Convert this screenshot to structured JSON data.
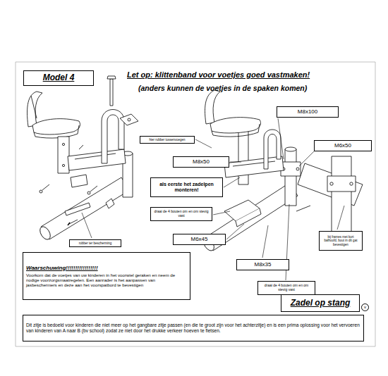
{
  "diagram": {
    "title": "Let op: klittenband voor voetjes goed vastmaken!",
    "nodes": [
      {
        "text": [
          "Model 4"
        ]
      },
      {
        "text": [
          "M8x100"
        ]
      },
      {
        "text": [
          "hier rubber tussenvoegen"
        ]
      },
      {
        "text": [
          "M6x50"
        ]
      },
      {
        "text": [
          "M8x50"
        ]
      },
      {
        "text": [
          "als eerste het zadelpen monteren!"
        ]
      },
      {
        "text": [
          "draai de 4 bouten om en om stevig vast"
        ]
      },
      {
        "text": [
          "bij frames met kort balhoofd, bout in dit gat bevestigen"
        ]
      },
      {
        "text": [
          "M6x45"
        ]
      },
      {
        "text": [
          "robber ter bescherming"
        ]
      },
      {
        "text": [
          "Waarschuwing!!!!!!!!!!!!!!!!!",
          "Voorkom dat de voetjes van uw kinderen in het voorwiel geraken en neem de nodige voorzorgsmaatregelen. Een aanrader is het aanpassen van jasbeschermers en deze aan het voorspatbord te bevestigen"
        ]
      },
      {
        "text": [
          "M8x35"
        ]
      },
      {
        "text": [
          "draai de 4 bouten om en om stevig vast"
        ]
      },
      {
        "text": [
          "Zadel op stang"
        ]
      },
      {
        "text": [
          "v"
        ]
      },
      {
        "text": [
          "Dit zitje is bedoeld voor kinderen die niet meer op het gangbare zitje passen (en die te groot zijn voor het achterzitje) en is een prima oplossing voor het vervoeren van kinderen van A naar B (bv school) zodat ze niet door het drukke verkeer hoeven te fietsen."
        ]
      }
    ],
    "labels": [
      "(anders kunnen de voetjes in de spaken komen)"
    ]
  }
}
